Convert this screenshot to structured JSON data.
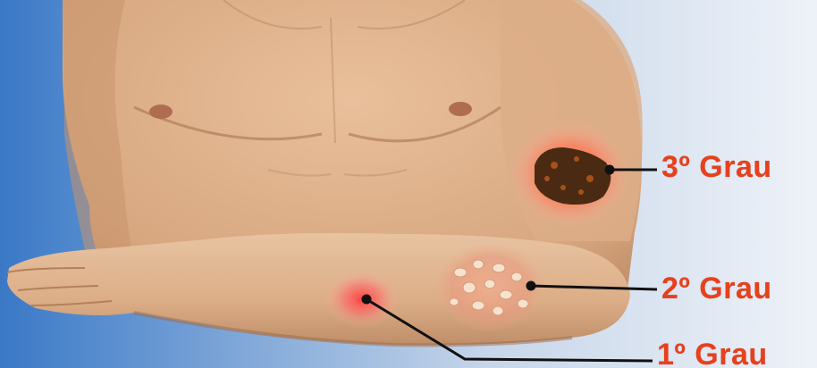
{
  "colors": {
    "label": "#e8401c",
    "leader": "#111111",
    "skin": "#e2b48c",
    "skin_shadow": "#b9835d",
    "background_left": "#3a78c6",
    "background_right": "#e9eef6"
  },
  "labels": [
    {
      "id": "third-degree",
      "text": "3º Grau"
    },
    {
      "id": "second-degree",
      "text": "2º Grau"
    },
    {
      "id": "first-degree",
      "text": "1º Grau"
    }
  ]
}
